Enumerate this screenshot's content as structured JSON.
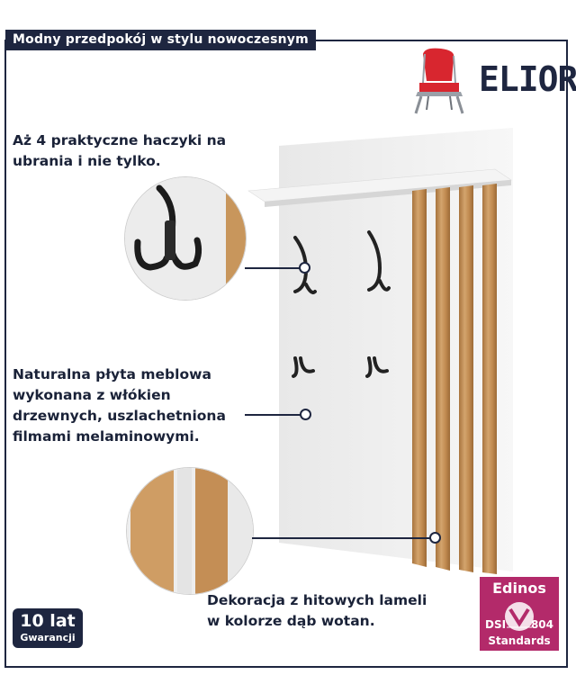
{
  "title": "Modny przedpokój w stylu nowoczesnym",
  "brand": {
    "name": "ELIOR",
    "icon": "chair-icon"
  },
  "features": [
    {
      "text": "Aż 4 praktyczne haczyki na ubrania i nie tylko."
    },
    {
      "text": "Naturalna płyta meblowa wykonana z włókien drzewnych, uszlachetniona filmami melaminowymi."
    },
    {
      "text": "Dekoracja z hitowych lameli w kolorze dąb wotan."
    }
  ],
  "warranty": {
    "years": "10 lat",
    "label": "Gwarancji"
  },
  "certification": {
    "brand": "Edinos",
    "left": "DSI",
    "right": "804",
    "bottom": "Standards"
  },
  "colors": {
    "navy": "#1e2640",
    "oak": "#c8965c",
    "edinos": "#b32a6a",
    "panel": "#f3f3f3"
  }
}
